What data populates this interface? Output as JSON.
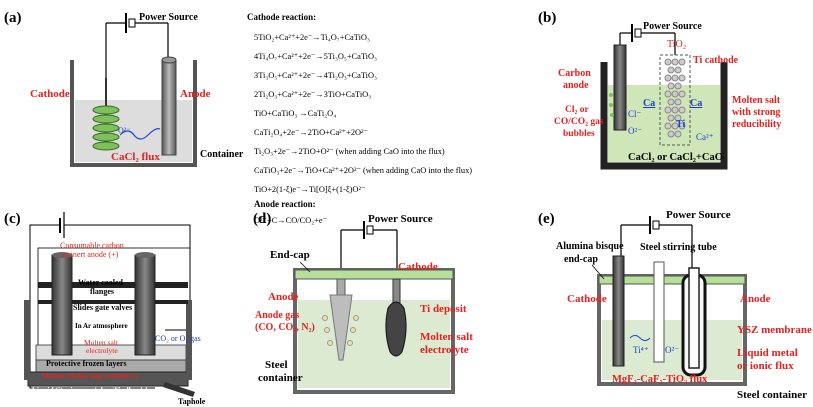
{
  "panel_labels": {
    "a": "(a)",
    "b": "(b)",
    "c": "(c)",
    "d": "(d)",
    "e": "(e)"
  },
  "panel_a": {
    "power": "Power Source",
    "cathode": "Cathode",
    "anode": "Anode",
    "ion": "O²⁻",
    "flux": "CaCl₂ flux",
    "container": "Container",
    "cathode_reaction_title": "Cathode reaction:",
    "reactions": [
      "5TiO₂+Ca²⁺+2e⁻→Ti₄O₇+CaTiO₃",
      "4Ti₄O₇+Ca²⁺+2e⁻→5Ti₃O₅+CaTiO₃",
      "3Ti₃O₅+Ca²⁺+2e⁻→4Ti₂O₃+CaTiO₃",
      "2Ti₂O₃+Ca²⁺+2e⁻→3TiO+CaTiO₃",
      "TiO+CaTiO₃ →CaTi₂O₄",
      "CaTi₂O₄+2e⁻→2TiO+Ca²⁺+2O²⁻",
      "Ti₂O₃+2e⁻→2TiO+O²⁻ (when adding CaO into the flux)",
      "CaTiO₃+2e⁻→TiO+Ca²⁺+2O²⁻ (when adding CaO into the flux)",
      "TiO+2(1-ξ)e⁻→Ti[O]ξ+(1-ξ)O²⁻"
    ],
    "anode_reaction_title": "Anode reaction:",
    "anode_reaction": "O²⁻+C→CO/CO₂+e⁻"
  },
  "panel_b": {
    "power": "Power Source",
    "tio2": "TiO₂",
    "ti_cathode": "Ti cathode",
    "carbon": "Carbon",
    "anode": "anode",
    "cl2_1": "Cl₂ or",
    "cl2_2": "CO/CO₂ gas",
    "cl2_3": "bubbles",
    "cl_ion": "Cl⁻",
    "o_ion": "O²⁻",
    "ca1": "Ca",
    "ca2": "Ca",
    "ti": "Ti",
    "ca_ion": "Ca²⁺",
    "molten_1": "Molten salt",
    "molten_2": "with strong",
    "molten_3": "reducibility",
    "flux": "CaCl₂ or CaCl₂+CaO"
  },
  "panel_c": {
    "consumable_1": "Consumable carbon",
    "consumable_2": "or inert anode (+)",
    "water_1": "Water cooled",
    "water_2": "flanges",
    "slides": "Slides gate valves",
    "ar": "In Ar atmosphere",
    "co2": "CO₂ or O₂ gas",
    "molten_1": "Molten salt",
    "molten_2": "electrolyte",
    "frozen": "Protective frozen layers",
    "slag": "Molten titania slag cathode (-)",
    "liquid": "Liquid titanium metal or Ti-alloy (-)",
    "taphole": "Taphole"
  },
  "panel_d": {
    "power": "Power Source",
    "endcap": "End-cap",
    "cathode": "Cathode",
    "anode": "Anode",
    "gas_1": "Anode gas",
    "gas_2": "(CO, CO₂, N₂)",
    "ti_deposit": "Ti deposit",
    "molten_1": "Molten salt",
    "molten_2": "electrolyte",
    "steel_1": "Steel",
    "steel_2": "container"
  },
  "panel_e": {
    "power": "Power Source",
    "bisque_1": "Alumina bisque",
    "bisque_2": "end-cap",
    "stirring": "Steel stirring tube",
    "cathode": "Cathode",
    "anode": "Anode",
    "ysz": "YSZ membrane",
    "liquid_1": "Liquid metal",
    "liquid_2": "or ionic flux",
    "ti_ion": "Ti⁴⁺",
    "o_ion": "O²⁻",
    "flux": "MgF₂-CaF₂-TiO₂ flux",
    "steel": "Steel container"
  }
}
